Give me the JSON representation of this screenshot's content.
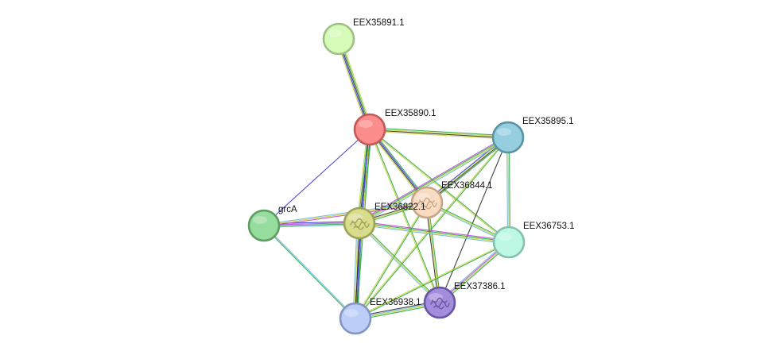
{
  "network": {
    "nodes": [
      {
        "id": "EEX35891",
        "label": "EEX35891.1",
        "fill": "#d6fbb8",
        "stroke": "#9dc083",
        "structure": false
      },
      {
        "id": "EEX35890",
        "label": "EEX35890.1",
        "fill": "#fb8d8d",
        "stroke": "#c45757",
        "structure": false
      },
      {
        "id": "EEX35895",
        "label": "EEX35895.1",
        "fill": "#95cfdf",
        "stroke": "#5a93a3",
        "structure": false
      },
      {
        "id": "grcA",
        "label": "grcA",
        "fill": "#96dc9c",
        "stroke": "#5b9d61",
        "structure": false
      },
      {
        "id": "EEX36844",
        "label": "EEX36844.1",
        "fill": "#f7dcc3",
        "stroke": "#c9a585",
        "structure": true
      },
      {
        "id": "EEX36822",
        "label": "EEX36822.1",
        "fill": "#d8dd8d",
        "stroke": "#9ea256",
        "structure": true
      },
      {
        "id": "EEX36753",
        "label": "EEX36753.1",
        "fill": "#bcf8e4",
        "stroke": "#85c2ac",
        "structure": false
      },
      {
        "id": "EEX37386",
        "label": "EEX37386.1",
        "fill": "#a48ddc",
        "stroke": "#6a55a2",
        "structure": true
      },
      {
        "id": "EEX36938",
        "label": "EEX36938.1",
        "fill": "#bccdf8",
        "stroke": "#8495c2",
        "structure": false
      }
    ],
    "edges": [
      {
        "source": "EEX35891",
        "target": "EEX35890",
        "colors": [
          "#c8d43a",
          "#2aa84a",
          "#2d2d2d",
          "#3a3ad8",
          "#c8d43a"
        ]
      },
      {
        "source": "EEX35890",
        "target": "EEX35895",
        "colors": [
          "#2aa84a",
          "#c8d43a",
          "#2d2d2d",
          "#c8d43a"
        ]
      },
      {
        "source": "EEX35890",
        "target": "grcA",
        "colors": [
          "#3a3ad8"
        ]
      },
      {
        "source": "EEX35890",
        "target": "EEX36822",
        "colors": [
          "#2aa84a",
          "#3a3ad8",
          "#2d2d2d",
          "#2aa84a",
          "#c8d43a"
        ]
      },
      {
        "source": "EEX35890",
        "target": "EEX36844",
        "colors": [
          "#2aa84a",
          "#3a3ad8",
          "#2d2d2d",
          "#c8d43a"
        ]
      },
      {
        "source": "EEX35890",
        "target": "EEX36753",
        "colors": [
          "#2aa84a",
          "#c8d43a"
        ]
      },
      {
        "source": "EEX35890",
        "target": "EEX37386",
        "colors": [
          "#2aa84a",
          "#c8d43a"
        ]
      },
      {
        "source": "EEX35890",
        "target": "EEX36938",
        "colors": [
          "#2aa84a",
          "#c8d43a",
          "#3a3ad8"
        ]
      },
      {
        "source": "EEX35895",
        "target": "EEX36844",
        "colors": [
          "#2aa84a",
          "#2d2d2d",
          "#c8d43a",
          "#3a3ad8"
        ]
      },
      {
        "source": "EEX35895",
        "target": "EEX36822",
        "colors": [
          "#6fb8d8",
          "#c8d43a",
          "#2aa84a",
          "#c04ad8"
        ]
      },
      {
        "source": "EEX35895",
        "target": "EEX36753",
        "colors": [
          "#2aa84a",
          "#c8d43a",
          "#6fb8d8"
        ]
      },
      {
        "source": "EEX35895",
        "target": "EEX37386",
        "colors": [
          "#2d2d2d"
        ]
      },
      {
        "source": "EEX35895",
        "target": "EEX36938",
        "colors": [
          "#2aa84a",
          "#c8d43a"
        ]
      },
      {
        "source": "grcA",
        "target": "EEX36822",
        "colors": [
          "#3a3ad8",
          "#c04ad8",
          "#2aa84a",
          "#6fb8d8"
        ]
      },
      {
        "source": "grcA",
        "target": "EEX36844",
        "colors": [
          "#6fb8d8",
          "#c8d43a",
          "#c04ad8"
        ]
      },
      {
        "source": "grcA",
        "target": "EEX36938",
        "colors": [
          "#6fb8d8",
          "#2aa84a"
        ]
      },
      {
        "source": "EEX36844",
        "target": "EEX36822",
        "colors": [
          "#2aa84a",
          "#c8d43a",
          "#2d2d2d"
        ]
      },
      {
        "source": "EEX36844",
        "target": "EEX36753",
        "colors": [
          "#2aa84a",
          "#c8d43a",
          "#6fb8d8"
        ]
      },
      {
        "source": "EEX36844",
        "target": "EEX37386",
        "colors": [
          "#2aa84a",
          "#c8d43a",
          "#2d2d2d"
        ]
      },
      {
        "source": "EEX36844",
        "target": "EEX36938",
        "colors": [
          "#2aa84a",
          "#c8d43a"
        ]
      },
      {
        "source": "EEX36822",
        "target": "EEX36753",
        "colors": [
          "#c04ad8",
          "#2aa84a",
          "#c8d43a",
          "#6fb8d8"
        ]
      },
      {
        "source": "EEX36822",
        "target": "EEX37386",
        "colors": [
          "#2aa84a",
          "#c8d43a",
          "#6fb8d8"
        ]
      },
      {
        "source": "EEX36822",
        "target": "EEX36938",
        "colors": [
          "#2aa84a",
          "#3a3ad8",
          "#2d2d2d",
          "#c8d43a",
          "#6fb8d8"
        ]
      },
      {
        "source": "EEX36753",
        "target": "EEX37386",
        "colors": [
          "#2aa84a",
          "#c8d43a",
          "#c04ad8",
          "#6fb8d8"
        ]
      },
      {
        "source": "EEX36753",
        "target": "EEX36938",
        "colors": [
          "#2aa84a",
          "#c8d43a"
        ]
      },
      {
        "source": "EEX37386",
        "target": "EEX36938",
        "colors": [
          "#2aa84a",
          "#c8d43a",
          "#6fb8d8",
          "#2d2d2d"
        ]
      }
    ]
  }
}
